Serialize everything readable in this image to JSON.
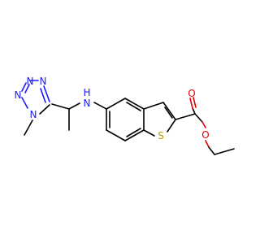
{
  "molecule": {
    "atoms": {
      "n_tetrazole_1": "N",
      "n_tetrazole_2": "N",
      "n_tetrazole_3": "N",
      "n_tetrazole_4": "N",
      "n_amine": "N",
      "h_amine": "H",
      "s_thiophene": "S",
      "o_carbonyl": "O",
      "o_ester": "O"
    },
    "colors": {
      "nitrogen": "#1a1aff",
      "oxygen": "#e00000",
      "sulfur": "#b3a000",
      "carbon": "#000000"
    }
  }
}
